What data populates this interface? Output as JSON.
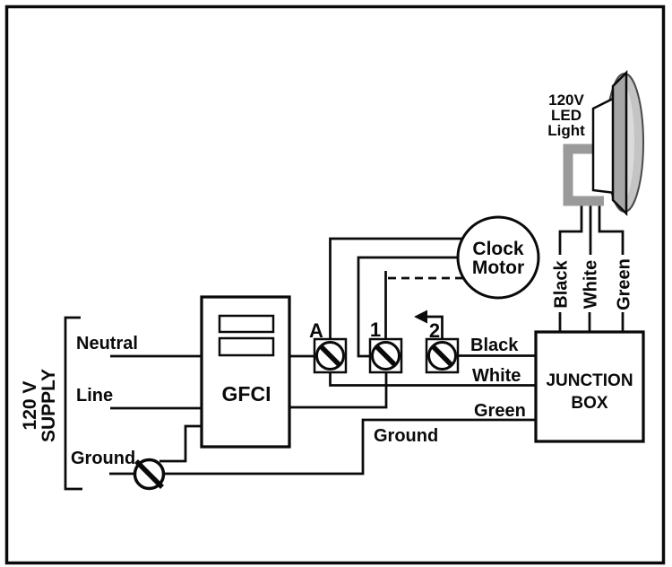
{
  "supply": {
    "voltage_label": "120 V",
    "name_label": "SUPPLY",
    "neutral_label": "Neutral",
    "line_label": "Line",
    "ground_label": "Ground"
  },
  "gfci": {
    "label": "GFCI"
  },
  "terminals": {
    "a": {
      "label": "A"
    },
    "t1": {
      "label": "1"
    },
    "t2": {
      "label": "2"
    }
  },
  "clock_motor": {
    "label_line1": "Clock",
    "label_line2": "Motor"
  },
  "junction_box": {
    "label_line1": "JUNCTION",
    "label_line2": "BOX"
  },
  "led_light": {
    "label_line1": "120V",
    "label_line2": "LED",
    "label_line3": "Light"
  },
  "junction_wires": {
    "black": "Black",
    "white": "White",
    "green": "Green",
    "ground": "Ground"
  },
  "led_wires": {
    "black": "Black",
    "white": "White",
    "green": "Green"
  },
  "colors": {
    "wire": "#0a0a0a",
    "bracket_gray": "#9a9a9a",
    "trim_gray": "#a6a6a6",
    "lens_outer": "#c4c4c4",
    "lens_inner": "#dadada",
    "background": "#ffffff"
  }
}
